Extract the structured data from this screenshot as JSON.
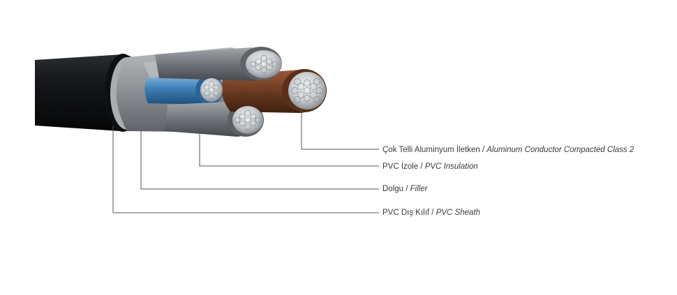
{
  "labels": {
    "conductor": {
      "tr": "Çok Telli Aluminyum İletken",
      "sep": " / ",
      "en": "Aluminum Conductor Compacted Class 2"
    },
    "insulation": {
      "tr": "PVC İzole",
      "sep": " / ",
      "en": "PVC Insulation"
    },
    "filler": {
      "tr": "Dolgu",
      "sep": " / ",
      "en": "Filler"
    },
    "sheath": {
      "tr": "PVC Dış Kılıf",
      "sep": " / ",
      "en": "PVC Sheath"
    }
  },
  "colors": {
    "sheath": "#111315",
    "filler": "#8e9296",
    "insulation_blue": "#3f7fb5",
    "insulation_brown": "#6b3a22",
    "insulation_grey": "#6f7478",
    "aluminum": "#c9cdd1",
    "leader_line": "#555555"
  }
}
